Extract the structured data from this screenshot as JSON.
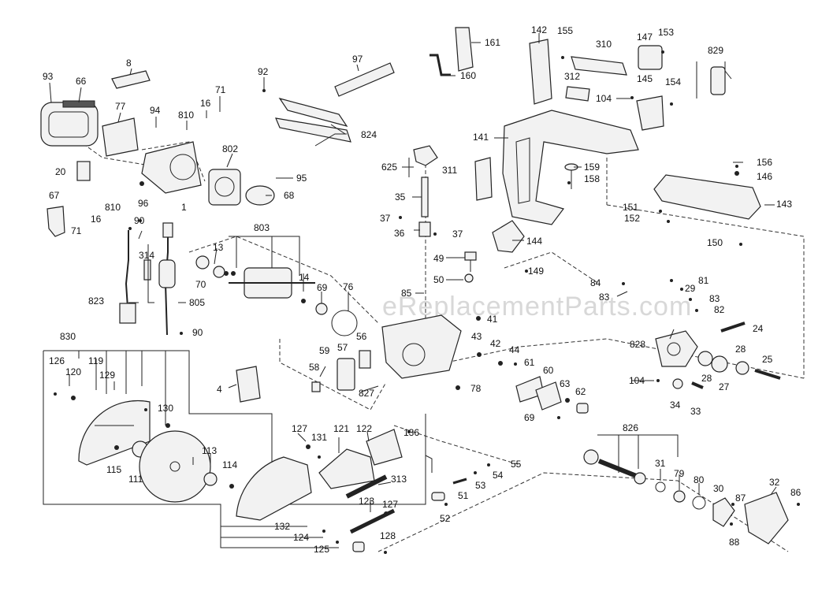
{
  "watermark": "eReplacementParts.com",
  "labels": [
    "93",
    "66",
    "8",
    "77",
    "94",
    "810",
    "16",
    "71",
    "20",
    "802",
    "95",
    "67",
    "96",
    "16",
    "810",
    "71",
    "68",
    "1",
    "92",
    "97",
    "824",
    "161",
    "160",
    "142",
    "155",
    "310",
    "147",
    "153",
    "829",
    "312",
    "145",
    "154",
    "104",
    "141",
    "159",
    "158",
    "311",
    "156",
    "146",
    "143",
    "151",
    "152",
    "150",
    "625",
    "35",
    "37",
    "36",
    "37",
    "144",
    "149",
    "90",
    "314",
    "823",
    "805",
    "90",
    "803",
    "13",
    "70",
    "14",
    "69",
    "76",
    "49",
    "50",
    "85",
    "41",
    "84",
    "83",
    "29",
    "81",
    "83",
    "82",
    "24",
    "828",
    "28",
    "28",
    "25",
    "27",
    "104",
    "34",
    "33",
    "830",
    "126",
    "120",
    "119",
    "129",
    "130",
    "113",
    "114",
    "111",
    "115",
    "4",
    "58",
    "59",
    "57",
    "56",
    "827",
    "43",
    "42",
    "44",
    "61",
    "60",
    "63",
    "62",
    "69",
    "78",
    "127",
    "131",
    "121",
    "122",
    "136",
    "313",
    "123",
    "127",
    "132",
    "124",
    "125",
    "128",
    "55",
    "54",
    "53",
    "51",
    "52",
    "826",
    "31",
    "79",
    "80",
    "30",
    "32",
    "87",
    "86",
    "88"
  ]
}
